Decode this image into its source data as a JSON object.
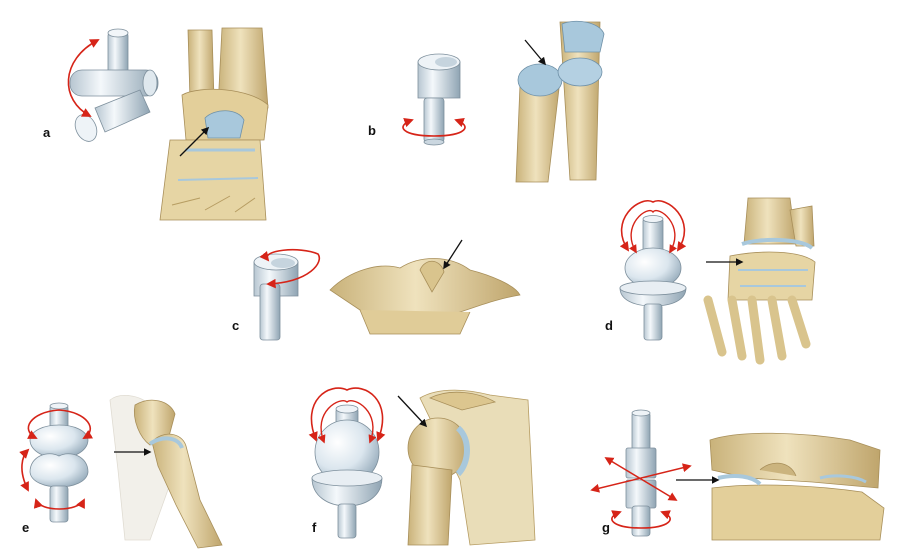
{
  "figure": {
    "panels": [
      {
        "label": "a",
        "model": "hinge-joint-model",
        "specimen": "ankle-joint"
      },
      {
        "label": "b",
        "model": "pivot-joint-model",
        "specimen": "radioulnar-joint"
      },
      {
        "label": "c",
        "model": "pivot-joint-model",
        "specimen": "atlantoaxial-joint"
      },
      {
        "label": "d",
        "model": "ellipsoid-joint-model",
        "specimen": "wrist-joint"
      },
      {
        "label": "e",
        "model": "saddle-joint-model",
        "specimen": "thumb-carpometacarpal-joint"
      },
      {
        "label": "f",
        "model": "ball-and-socket-joint-model",
        "specimen": "shoulder-joint"
      },
      {
        "label": "g",
        "model": "plane-joint-model",
        "specimen": "vertebral-facet-joint"
      }
    ]
  },
  "colors": {
    "bone": "#e7d6a6",
    "bone_shade": "#c9b27a",
    "cartilage": "#a8c8dc",
    "model_light": "#eef4f8",
    "model_dark": "#9fb3c2",
    "arrow_red": "#d62418",
    "pointer": "#111111"
  }
}
